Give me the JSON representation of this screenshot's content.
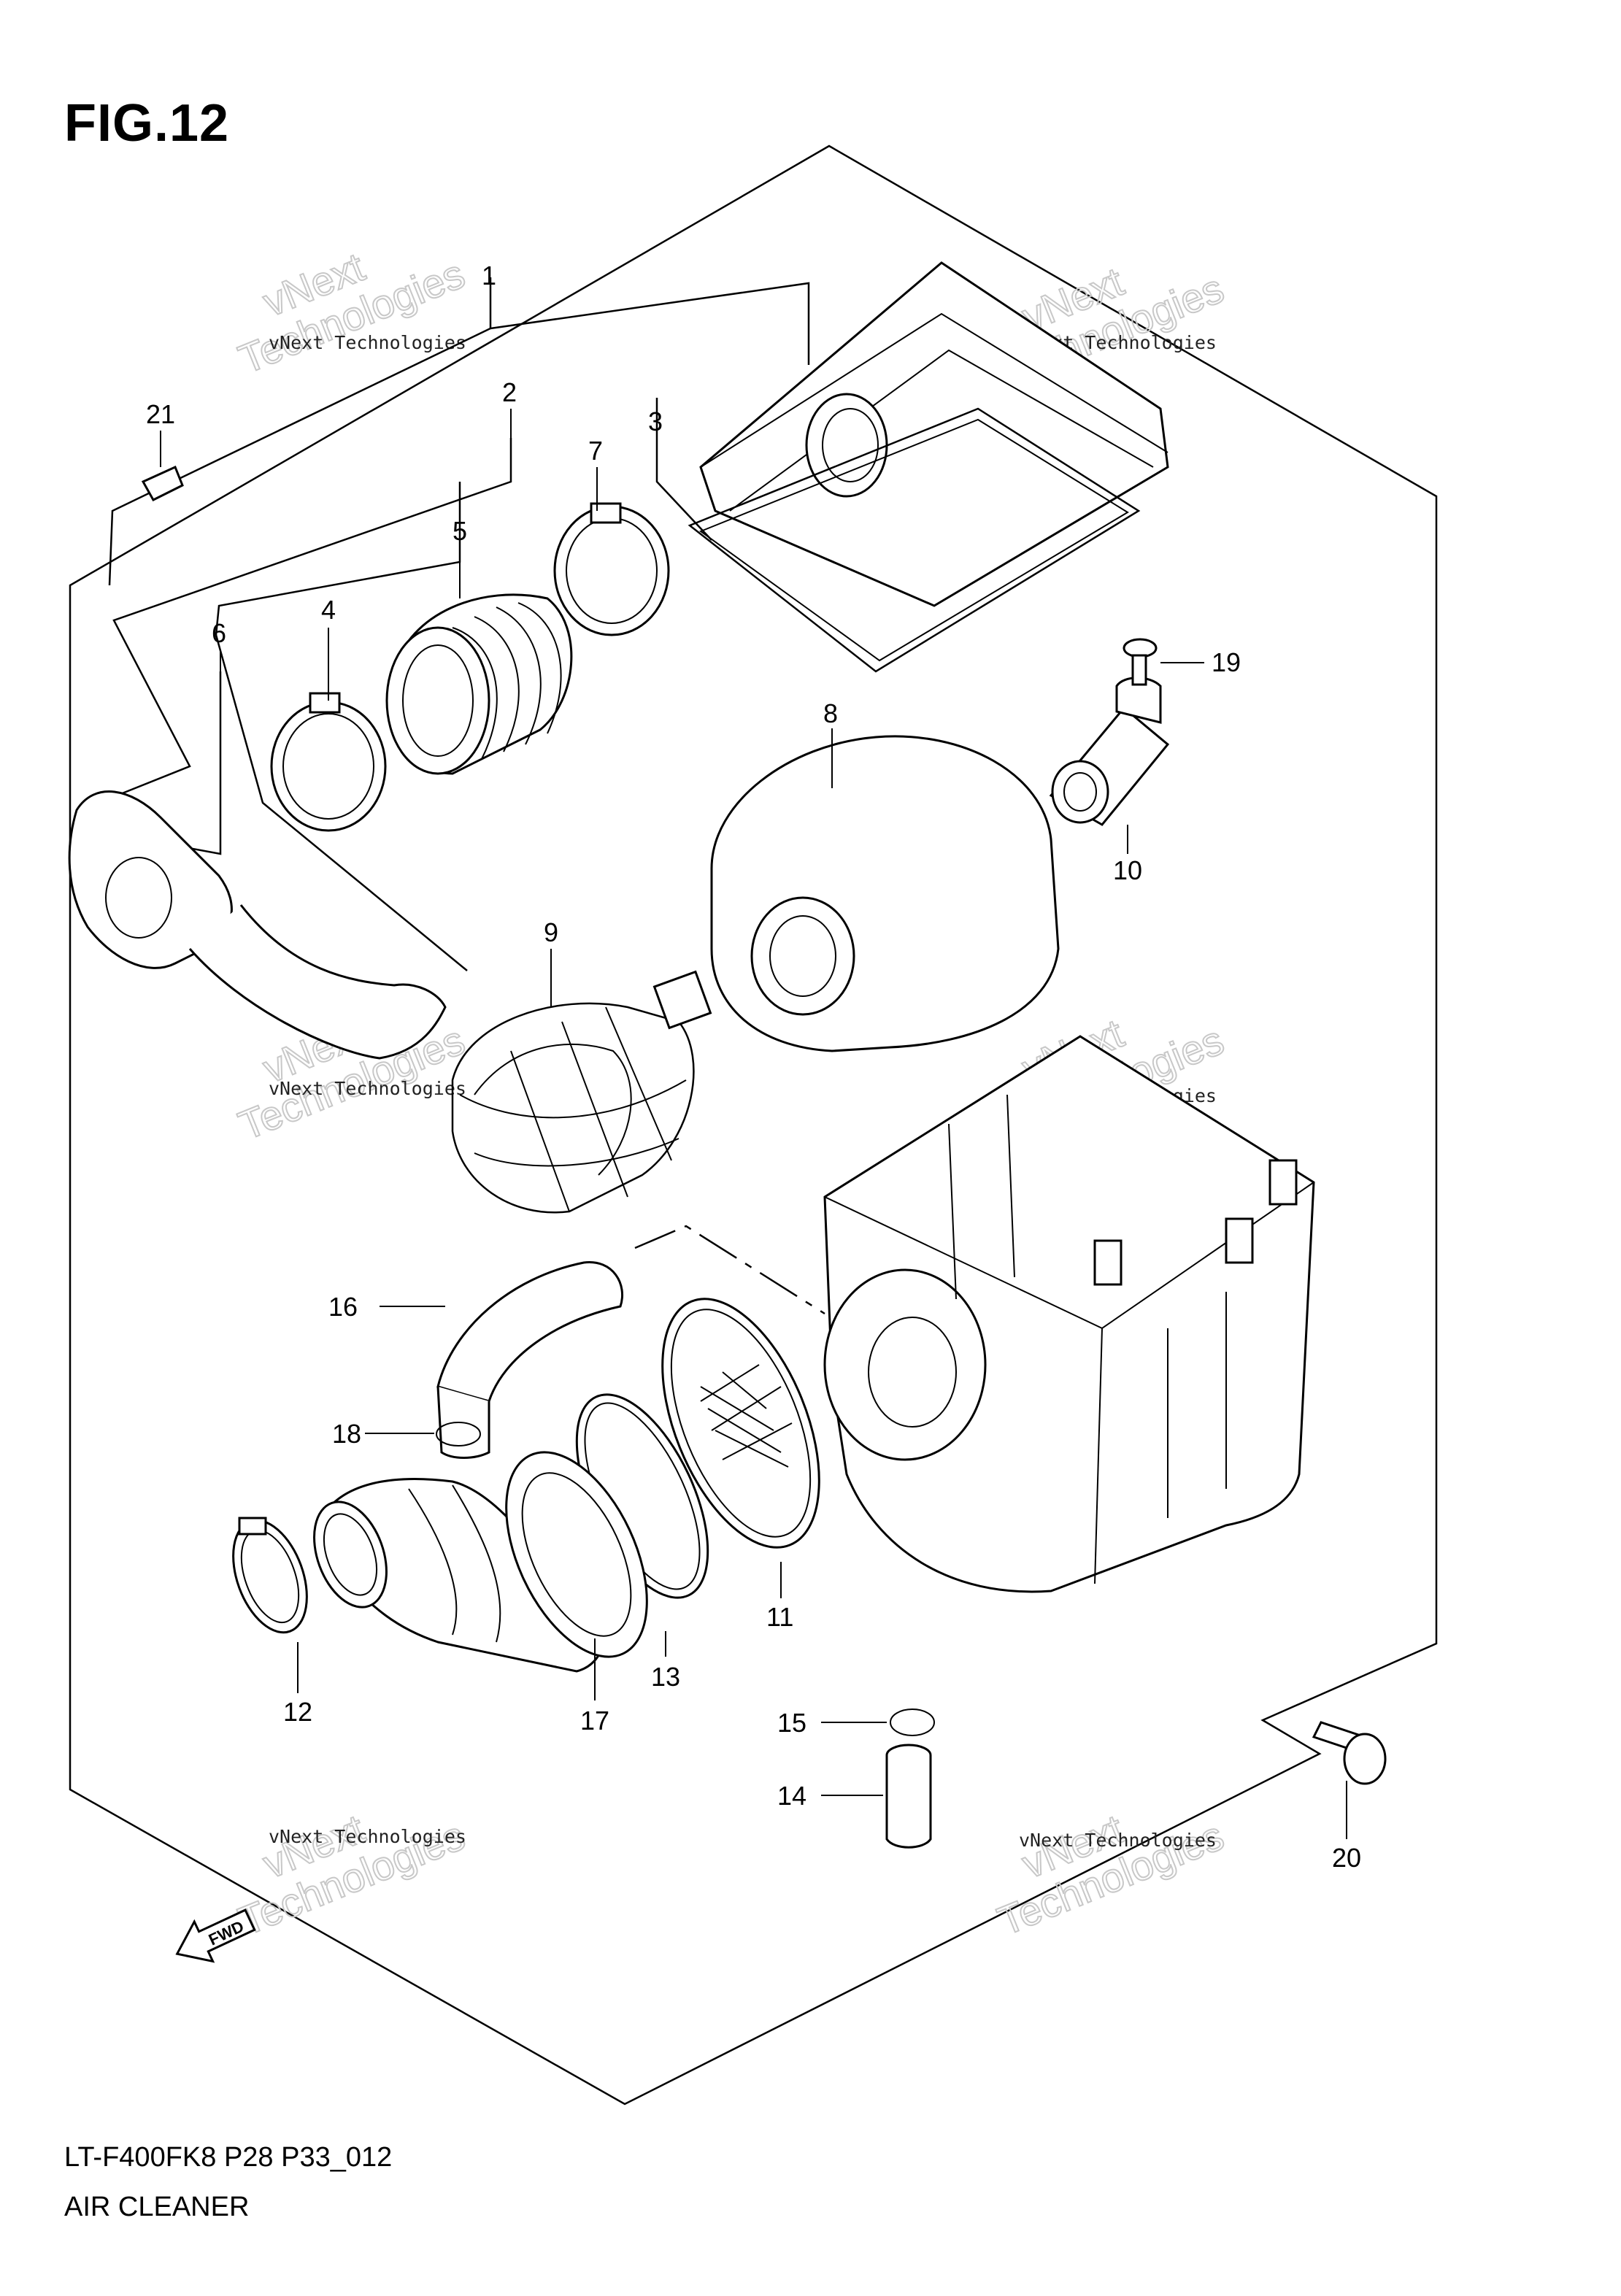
{
  "figure": {
    "title": "FIG.12",
    "model_code": "LT-F400FK8 P28 P33_012",
    "section_name": "AIR CLEANER",
    "fwd_label": "FWD"
  },
  "watermark": {
    "line1": "vNext Technologies",
    "line2": "vNext",
    "line3": "Technologies"
  },
  "callouts": [
    "1",
    "2",
    "3",
    "4",
    "5",
    "6",
    "7",
    "8",
    "9",
    "10",
    "11",
    "12",
    "13",
    "14",
    "15",
    "16",
    "17",
    "18",
    "19",
    "20",
    "21"
  ]
}
